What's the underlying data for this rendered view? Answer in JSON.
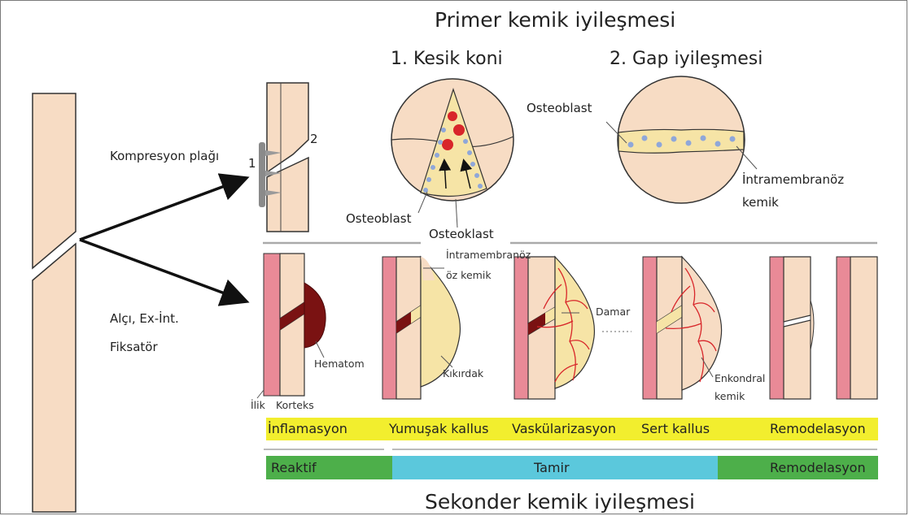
{
  "titles": {
    "primary": "Primer kemik iyileşmesi",
    "secondary": "Sekonder kemik iyileşmesi",
    "cone": "1. Kesik koni",
    "gap": "2. Gap iyileşmesi"
  },
  "left_labels": {
    "compression_plate": "Kompresyon plağı",
    "cast_fixator_line1": "Alçı, Ex-İnt.",
    "cast_fixator_line2": "Fiksatör"
  },
  "markers": {
    "one": "1",
    "two": "2"
  },
  "cone_labels": {
    "osteoblast": "Osteoblast",
    "osteoclast": "Osteoklast"
  },
  "gap_labels": {
    "osteoblast": "Osteoblast",
    "intramembranous_line1": "İntramembranöz",
    "intramembranous_line2": "kemik"
  },
  "stage_labels": {
    "hematoma": "Hematom",
    "marrow": "İlik",
    "cortex": "Korteks",
    "intramembranous_line1": "İntramembranöz",
    "intramembranous_line2": "öz kemik",
    "cartilage": "Kıkırdak",
    "vessel": "Damar",
    "endochondral_line1": "Enkondral",
    "endochondral_line2": "kemik"
  },
  "stages": [
    "İnflamasyon",
    "Yumuşak kallus",
    "Vaskülarizasyon",
    "Sert kallus",
    "Remodelasyon"
  ],
  "phases": [
    {
      "label": "Reaktif",
      "color": "#4daf4a"
    },
    {
      "label": "Tamir",
      "color": "#5bc8dc"
    },
    {
      "label": "Remodelasyon",
      "color": "#4daf4a"
    }
  ],
  "colors": {
    "bone": "#f7dcc4",
    "outline": "#333333",
    "marrow": "#e98a97",
    "hematoma": "#7a1212",
    "callus": "#f6e4a6",
    "vessel": "#d8262a",
    "osteoblast": "#8fa7d9",
    "osteoclast": "#d8262a",
    "stage_band": "#f2ee2e"
  }
}
